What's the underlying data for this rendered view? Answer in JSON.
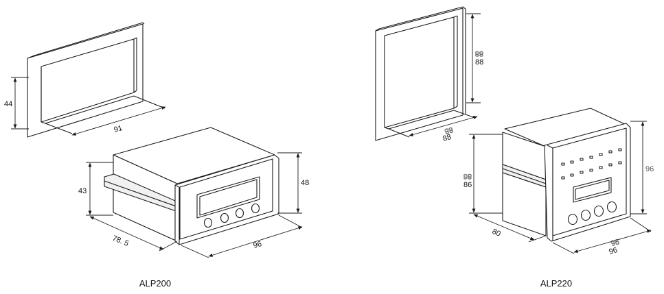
{
  "left": {
    "caption": "ALP200",
    "cutout": {
      "height": "44",
      "width": "91"
    },
    "body": {
      "depth_height": "43",
      "front_height": "48",
      "depth": "78. 5",
      "width": "96"
    }
  },
  "right": {
    "caption": "ALP220",
    "cutout": {
      "height": "88",
      "width": "88"
    },
    "body": {
      "side_height": "86",
      "front_height": "96",
      "depth": "80",
      "width": "96"
    }
  }
}
